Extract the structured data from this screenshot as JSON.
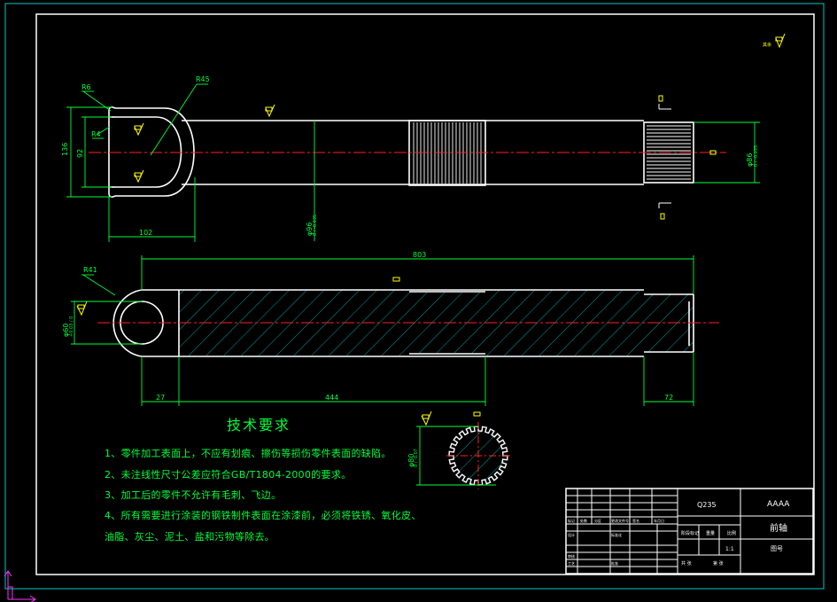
{
  "colors": {
    "background": "#000000",
    "outline": "#ffffff",
    "dimension": "#00ff3c",
    "centerline": "#ff2020",
    "hatch": "#00c8c8",
    "frame_border": "#00c8c8",
    "roughness": "#ffff00",
    "ucs": "#ff33ff"
  },
  "dimensions": {
    "r6": "R6",
    "r45": "R45",
    "r4": "R4",
    "d136": "136",
    "d92": "92",
    "d102": "102",
    "phi96": "φ96",
    "phi96_tol": "0 / -0.035",
    "phi86": "φ86",
    "phi86_tol": "0 / -0.035",
    "r41": "R41",
    "phi60": "φ60",
    "phi60_tol": "+0.03 / 0",
    "d803": "803",
    "d27": "27",
    "d444": "444",
    "d72": "72",
    "phi80": "φ80",
    "phi80_tol": "0 / -0.07"
  },
  "tech_requirements": {
    "title": "技术要求",
    "lines": [
      "1、零件加工表面上，不应有划痕、擦伤等损伤零件表面的缺陷。",
      "2、未注线性尺寸公差应符合GB/T1804-2000的要求。",
      "3、加工后的零件不允许有毛刺、飞边。",
      "4、所有需要进行涂装的钢铁制件表面在涂漆前，必须将铁锈、氧化皮、",
      "油脂、灰尘、泥土、盐和污物等除去。"
    ]
  },
  "title_block": {
    "material": "Q235",
    "company": "AAAA",
    "part_name": "前轴",
    "drawing_no_label": "图号",
    "scale_value": "1:1",
    "stage_label": "阶段标记",
    "weight_label": "重量",
    "scale_label": "比例",
    "rev_label": "标记",
    "count_label": "处数",
    "zone_label": "分区",
    "change_doc_label": "更改文件号",
    "sign_label": "签名",
    "date_label": "年月日",
    "design_label": "设计",
    "standard_label": "标准化",
    "review_label": "审核",
    "process_label": "工艺",
    "approve_label": "批准",
    "sheet_total_label": "共 张",
    "sheet_label": "第 张"
  }
}
